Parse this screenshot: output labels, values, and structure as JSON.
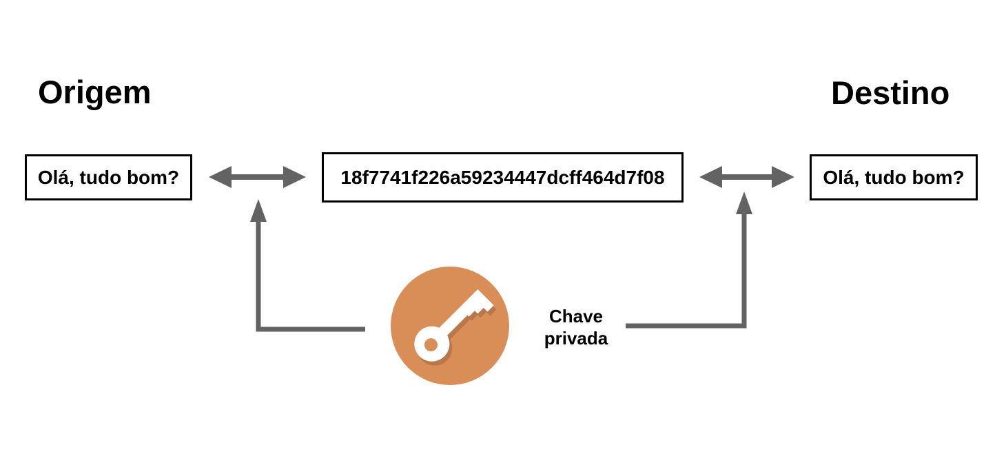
{
  "colors": {
    "key_circle": "#D98D57",
    "arrow": "#636363",
    "box_border": "#000000",
    "background": "#FFFFFF"
  },
  "origin": {
    "title": "Origem",
    "message": "Olá, tudo bom?"
  },
  "destination": {
    "title": "Destino",
    "message": "Olá, tudo bom?"
  },
  "center": {
    "ciphertext": "18f7741f226a59234447dcff464d7f08"
  },
  "key": {
    "label": "Chave privada",
    "icon": "key-icon"
  }
}
